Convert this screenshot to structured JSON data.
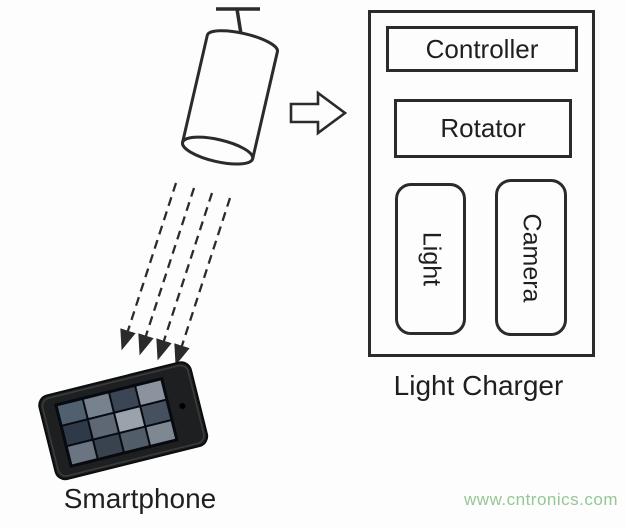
{
  "diagram": {
    "labels": {
      "smartphone": "Smartphone",
      "light_charger": "Light Charger"
    },
    "charger_components": {
      "controller": "Controller",
      "rotator": "Rotator",
      "light": "Light",
      "camera": "Camera"
    },
    "watermark": "www.cntronics.com",
    "colors": {
      "line": "#2b2b2b",
      "watermark_green": "#94c794",
      "background": "#fdfdfd"
    }
  }
}
